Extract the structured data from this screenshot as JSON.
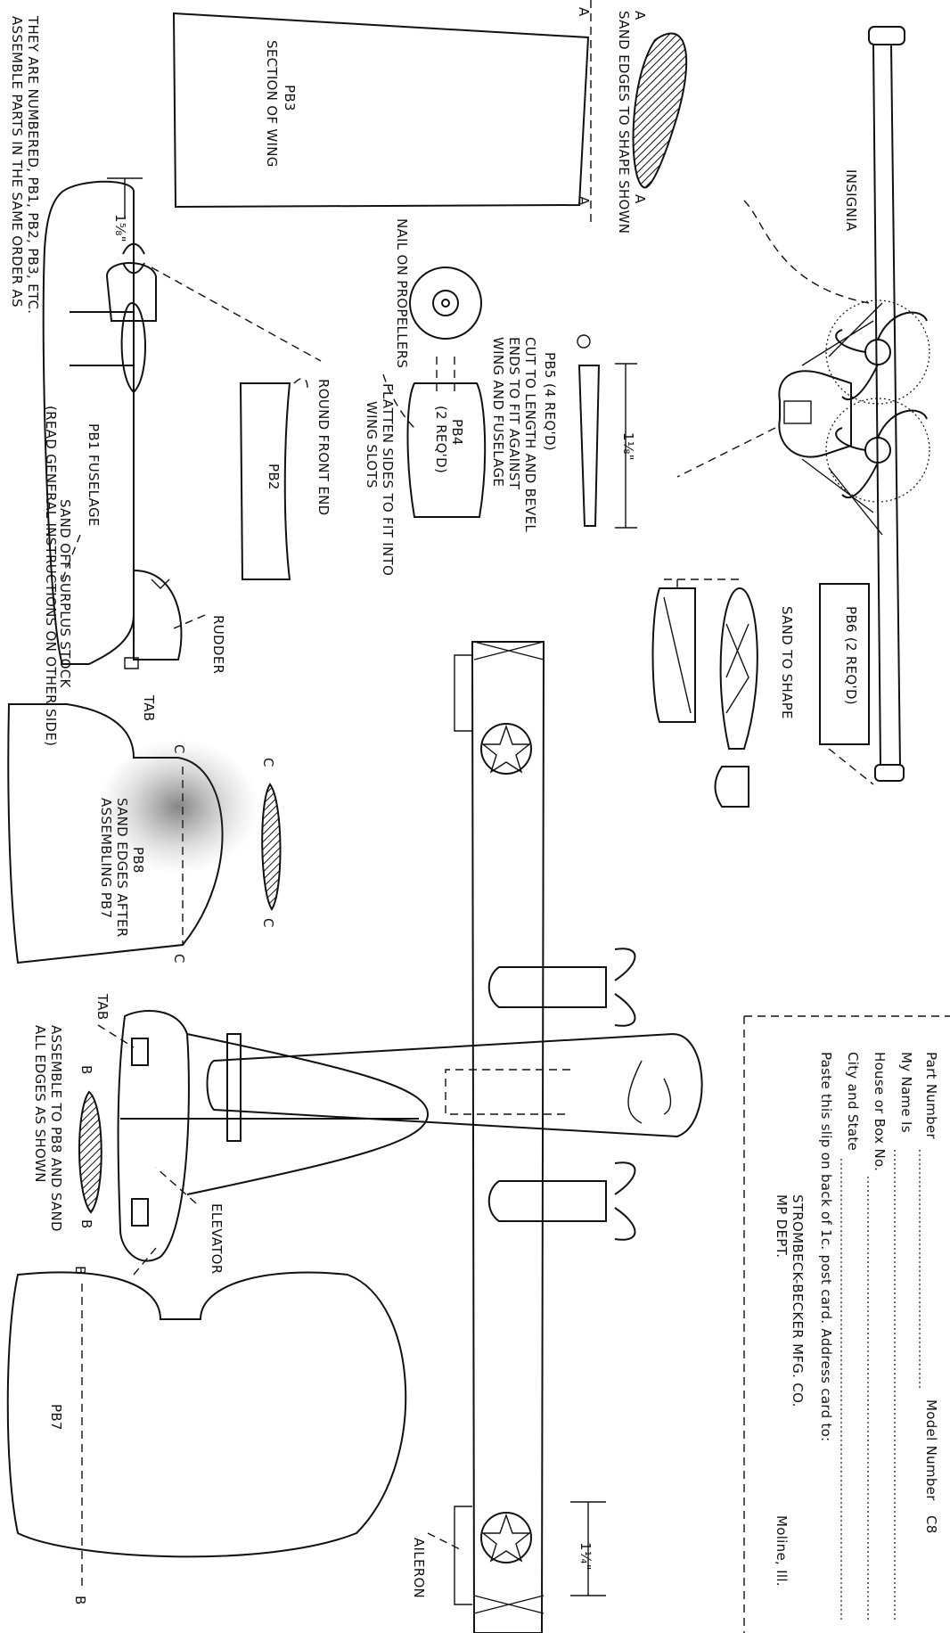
{
  "labels": {
    "sand_edges_shape": "SAND EDGES TO SHAPE SHOWN",
    "section_a_top": "A",
    "section_a_bottom": "A",
    "wing_a_top": "A",
    "wing_a_bottom": "A",
    "pb3_name": "PB3",
    "pb3_desc": "SECTION OF WING",
    "insignia": "INSIGNIA",
    "nail_on_propellers": "NAIL ON PROPELLERS",
    "pb5_name": "PB5 (4 REQ'D)",
    "pb5_desc_1": "CUT TO LENGTH AND BEVEL",
    "pb5_desc_2": "ENDS TO FIT AGAINST",
    "pb5_desc_3": "WING AND FUSELAGE",
    "pb5_dim": "1⅛\"",
    "pb4_name": "PB4",
    "pb4_qty": "(2 REQ'D)",
    "flatten_1": "FLATTEN SIDES TO FIT INTO",
    "flatten_2": "WING SLOTS",
    "round_front_end": "ROUND FRONT END",
    "pb2_name": "PB2",
    "pb1_name": "PB1 FUSELAGE",
    "fuselage_dim": "1⅝\"",
    "sand_off_surplus": "SAND OFF SURPLUS STOCK",
    "rudder": "RUDDER",
    "tab_rudder": "TAB",
    "assemble_1": "ASSEMBLE PARTS IN THE SAME ORDER AS",
    "assemble_2": "THEY ARE NUMBERED, PB1, PB2, PB3, ETC.",
    "read_general": "(READ GENERAL INSTRUCTIONS ON OTHER SIDE)",
    "pb6_name": "PB6 (2 REQ'D)",
    "sand_to_shape": "SAND TO SHAPE",
    "section_c_1": "C",
    "section_c_2": "C",
    "section_c_3": "C",
    "section_c_4": "C",
    "pb8_name": "PB8",
    "pb8_desc_1": "SAND EDGES AFTER",
    "pb8_desc_2": "ASSEMBLING PB7",
    "tab_elevator": "TAB",
    "elevator": "ELEVATOR",
    "section_b_1": "B",
    "section_b_2": "B",
    "section_b_3": "B",
    "section_b_4": "B",
    "assemble_pb8_1": "ASSEMBLE TO PB8 AND SAND",
    "assemble_pb8_2": "ALL EDGES AS SHOWN",
    "pb7_name": "PB7",
    "aileron": "AILERON",
    "wing_dim": "1¼\""
  },
  "slip": {
    "part_number": "Part Number",
    "model_number": "Model Number",
    "model_number_value": "C8",
    "my_name": "My Name Is",
    "house_box": "House or Box No.",
    "city_state": "City and State",
    "paste_line": "Paste this slip on back of 1c. post card.   Address card to:",
    "company": "STROMBECK-BECKER MFG. CO.",
    "dept": "MP DEPT.",
    "city": "Moline, Ill."
  }
}
